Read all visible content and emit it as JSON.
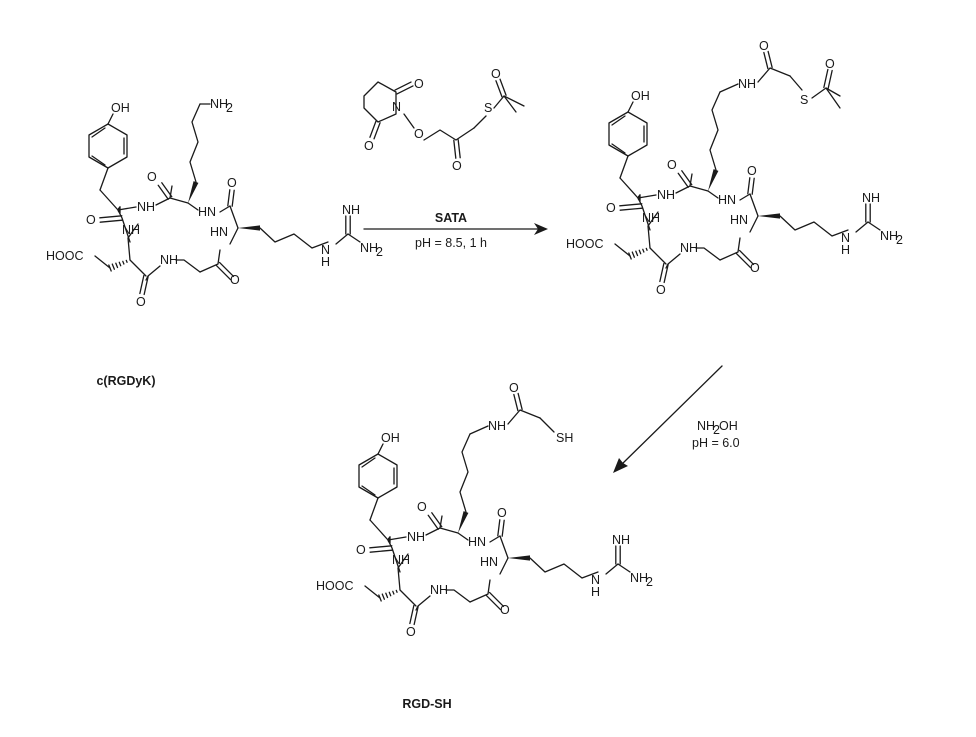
{
  "compound_labels": {
    "start": "c(RGDyK)",
    "product": "RGD-SH"
  },
  "reagent_step1": {
    "name": "SATA",
    "conditions": "pH = 8.5, 1 h"
  },
  "reagent_step2": {
    "name": "NH2OH",
    "name_main": "NH",
    "name_sub": "2",
    "name_tail": "OH",
    "conditions": "pH = 6.0"
  },
  "atoms": {
    "oh": "OH",
    "nh": "NH",
    "hn": "HN",
    "n": "N",
    "h": "H",
    "o": "O",
    "s": "S",
    "sh": "SH",
    "nh2_main": "NH",
    "nh2_sub": "2",
    "hooc": "HOOC",
    "hn_guan": "HN",
    "nh_imine": "NH"
  }
}
